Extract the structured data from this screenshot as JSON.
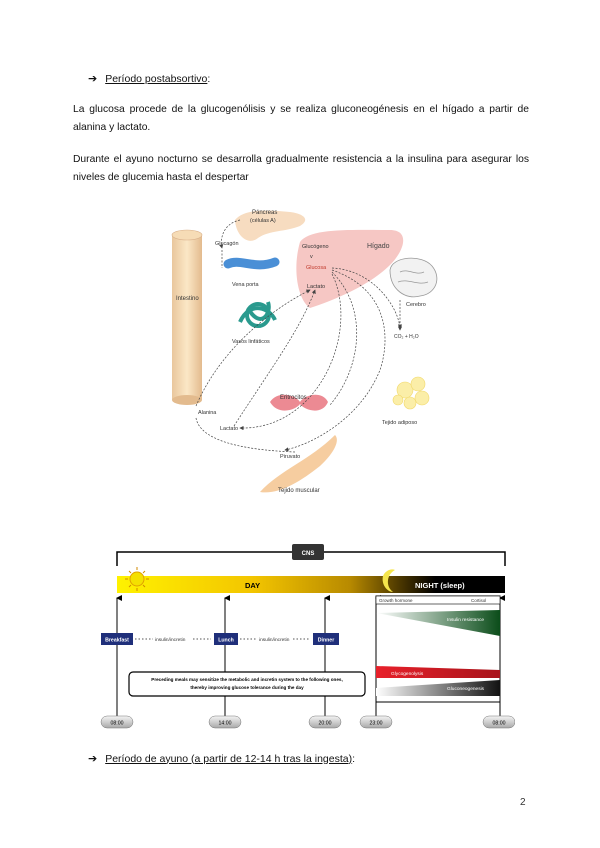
{
  "section1": {
    "arrow": "➔",
    "heading": "Período postabsortivo",
    "heading_suffix": ":"
  },
  "paragraph1": "La glucosa procede de la glucogenólisis y se realiza gluconeogénesis en el hígado a partir de alanina y lactato.",
  "paragraph2": "Durante el ayuno nocturno se desarrolla gradualmente resistencia a la insulina para asegurar los niveles de glucemia hasta el despertar",
  "figure1": {
    "pancreas": "Páncreas",
    "pancreas_sub": "(células A)",
    "glucagon": "Glucagón",
    "vena_porta": "Vena porta",
    "vasos": "Vasos linfáticos",
    "intestino": "Intestino",
    "glucogeno": "Glucógeno",
    "glucosa": "Glucosa",
    "lactato_liver": "Lactato",
    "higado": "Hígado",
    "cerebro": "Cerebro",
    "co2": "CO₂ + H₂O",
    "eritrocitos": "Eritrocitos",
    "tejido_adiposo": "Tejido adiposo",
    "alanina": "Alanina",
    "lactato": "Lactato",
    "piruvato": "Piruvato",
    "tejido_muscular": "Tejido muscular"
  },
  "figure2": {
    "cns": "CNS",
    "day": "DAY",
    "night": "NIGHT (sleep)",
    "growth_hormone": "Growth hormone",
    "cortisol": "Cortisol",
    "breakfast": "Breakfast",
    "lunch": "Lunch",
    "dinner": "Dinner",
    "insulin_incretin_1": "insulin/incretin",
    "insulin_incretin_2": "insulin/incretin",
    "insulin_resistance": "Insulin resistance",
    "glycogenolysis": "Glycogenolysis",
    "gluconeogenesis": "Gluconeogenesis",
    "note_line1": "Preceding meals may sensitize the metabolic and incretin system to the following ones,",
    "note_line2": "thereby improving glucose tolerance during the day",
    "times": [
      "08:00",
      "14:00",
      "20:00",
      "23:00",
      "08:00"
    ]
  },
  "section2": {
    "arrow": "➔",
    "heading": "Período de ayuno (a partir de 12-14 h tras la ingesta)",
    "heading_suffix": ":"
  },
  "page_number": "2"
}
